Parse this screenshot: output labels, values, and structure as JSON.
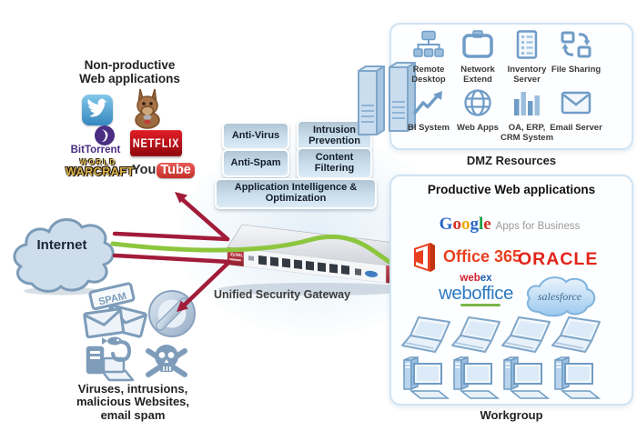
{
  "colors": {
    "arrow_red": "#a21c3a",
    "arrow_green": "#8cc63e",
    "box_border": "#cfe3f2",
    "icon_blue": "#6f9cc7",
    "icon_blue_fill": "#9bbede",
    "threat_blue": "#7e9cba",
    "netflix_red": "#d7171e",
    "youtube_red": "#c4302b",
    "oracle_red": "#e2231a",
    "office_orange": "#e8401f",
    "bittorrent_purple": "#4b2d83"
  },
  "nonProductive": {
    "titleLine1": "Non-productive",
    "titleLine2": "Web applications"
  },
  "logos": {
    "bittorrent": "BitTorrent",
    "netflix": "NETFLIX",
    "wowTop": "WORLD",
    "wowBottom": "WARCRAFT",
    "youtubeYou": "You",
    "youtubeTube": "Tube"
  },
  "security": {
    "boxes": [
      "Anti-Virus",
      "Intrusion Prevention",
      "Anti-Spam",
      "Content Filtering",
      "Application Intelligence & Optimization"
    ]
  },
  "gateway": {
    "label": "Unified Security Gateway",
    "brand": "ZyXEL"
  },
  "internet": {
    "label": "Internet"
  },
  "threats": {
    "stamp": "SPAM",
    "lines": [
      "Viruses, intrusions,",
      "malicious Websites,",
      "email spam"
    ]
  },
  "dmz": {
    "label": "DMZ Resources",
    "items": [
      {
        "name": "Remote Desktop",
        "icon": "org-chart-icon"
      },
      {
        "name": "Network Extend",
        "icon": "tray-icon"
      },
      {
        "name": "Inventory Server",
        "icon": "document-list-icon"
      },
      {
        "name": "File Sharing",
        "icon": "sync-screens-icon"
      },
      {
        "name": "BI System",
        "icon": "trend-arrow-icon"
      },
      {
        "name": "Web Apps",
        "icon": "globe-icon"
      },
      {
        "name": "OA, ERP, CRM System",
        "icon": "bar-chart-icon"
      },
      {
        "name": "Email Server",
        "icon": "envelope-icon"
      }
    ]
  },
  "productive": {
    "title": "Productive Web applications",
    "google": {
      "letters": [
        "G",
        "o",
        "o",
        "g",
        "l",
        "e"
      ],
      "suffix": "Apps for Business"
    },
    "office": "Office 365",
    "oracle": "ORACLE",
    "webex": {
      "web": "web",
      "ex": "ex",
      "weboffice": "weboffice"
    },
    "salesforce": "salesforce"
  },
  "workgroup": {
    "label": "Workgroup"
  }
}
